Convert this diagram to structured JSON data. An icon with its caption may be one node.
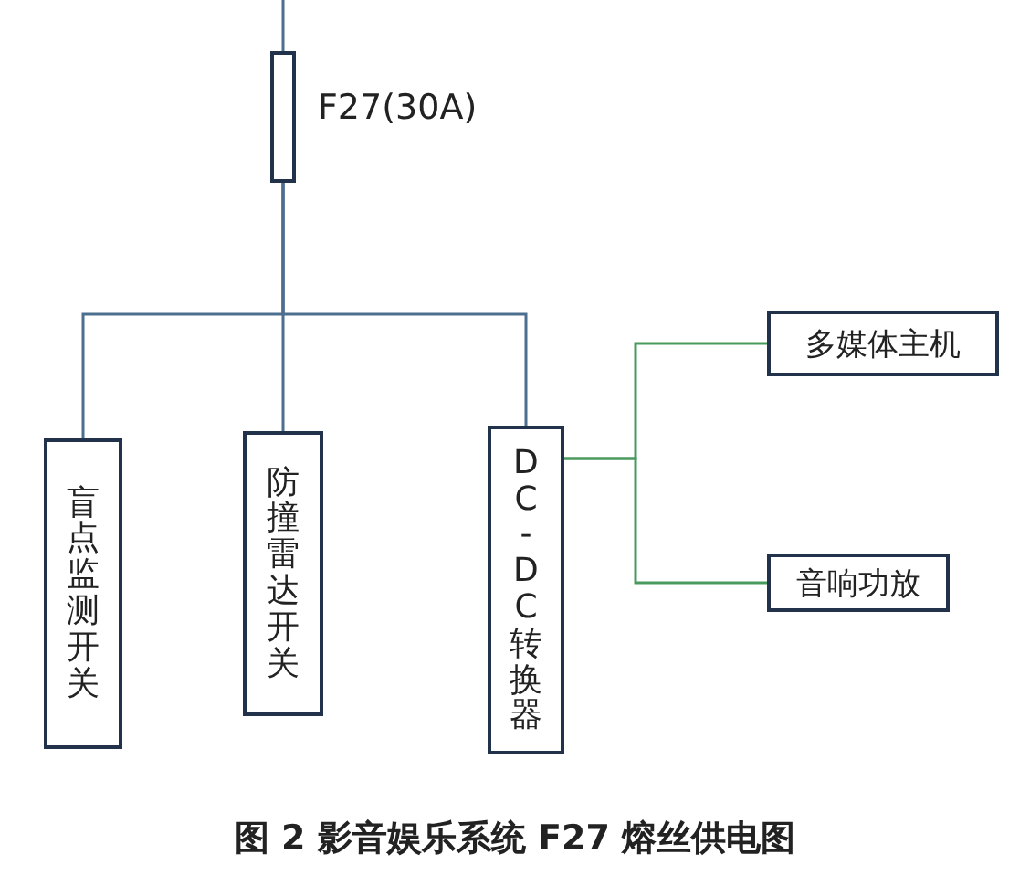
{
  "diagram": {
    "caption": "图 2 影音娱乐系统 F27 熔丝供电图",
    "nodes": [
      {
        "text": [],
        "shape": "box",
        "beside": [
          "F27(30A)"
        ]
      },
      {
        "text": [
          "盲点监测开关"
        ]
      },
      {
        "text": [
          "防撞雷达开关"
        ]
      },
      {
        "text": [
          "DC-DC转换器"
        ]
      },
      {
        "text": [
          "多媒体主机"
        ]
      },
      {
        "text": [
          "音响功放"
        ]
      }
    ],
    "edges": [
      {
        "from": null,
        "to": 0,
        "arrow": "none"
      },
      {
        "from": 0,
        "to": 1,
        "arrow": "none"
      },
      {
        "from": 0,
        "to": 2,
        "arrow": "none"
      },
      {
        "from": 0,
        "to": 3,
        "arrow": "none"
      },
      {
        "from": 3,
        "to": 4,
        "arrow": "none",
        "color": "#4a9a5e"
      },
      {
        "from": 3,
        "to": 5,
        "arrow": "none",
        "color": "#4a9a5e"
      }
    ]
  }
}
